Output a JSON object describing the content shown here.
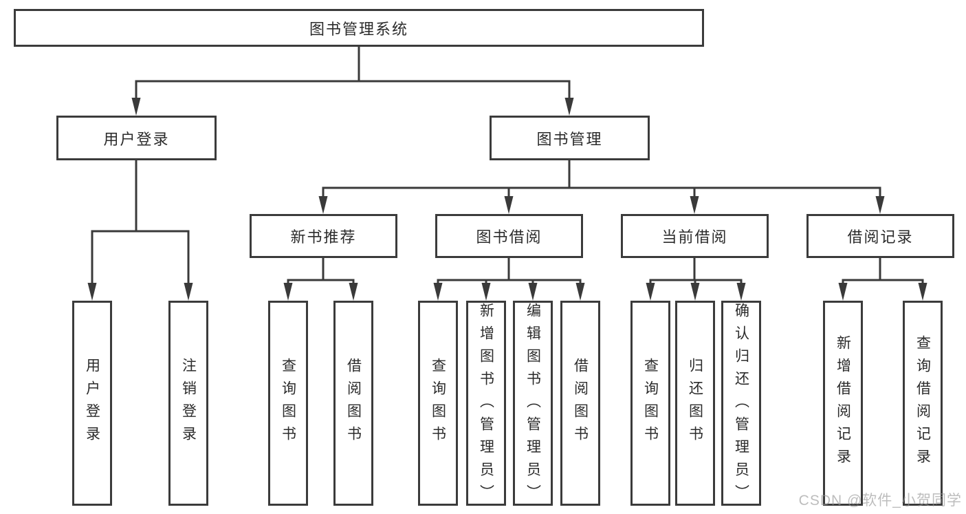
{
  "diagram": {
    "type": "hierarchy-tree",
    "title": "图书管理系统",
    "colors": {
      "line": "#3a3a3a",
      "box_border": "#3b3b3b",
      "text": "#2b2b2b",
      "background": "#ffffff",
      "watermark": "#949494"
    },
    "tree": {
      "label": "图书管理系统",
      "children": [
        {
          "label": "用户登录",
          "children": [
            {
              "label": "用户登录"
            },
            {
              "label": "注销登录"
            }
          ]
        },
        {
          "label": "图书管理",
          "children": [
            {
              "label": "新书推荐",
              "children": [
                {
                  "label": "查询图书"
                },
                {
                  "label": "借阅图书"
                }
              ]
            },
            {
              "label": "图书借阅",
              "children": [
                {
                  "label": "查询图书"
                },
                {
                  "label": "新增图书（管理员）"
                },
                {
                  "label": "编辑图书（管理员）"
                },
                {
                  "label": "借阅图书"
                }
              ]
            },
            {
              "label": "当前借阅",
              "children": [
                {
                  "label": "查询图书"
                },
                {
                  "label": "归还图书"
                },
                {
                  "label": "确认归还（管理员）"
                }
              ]
            },
            {
              "label": "借阅记录",
              "children": [
                {
                  "label": "新增借阅记录"
                },
                {
                  "label": "查询借阅记录"
                }
              ]
            }
          ]
        }
      ]
    },
    "watermark": {
      "text": "CSDN @软件_小贺同学"
    }
  }
}
